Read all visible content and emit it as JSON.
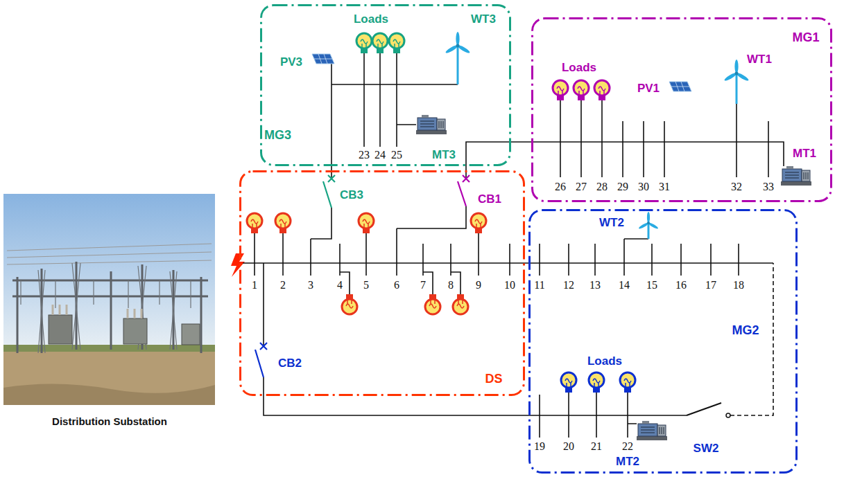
{
  "diagram": {
    "nodes": [
      {
        "text": [
          "Distribution Substation"
        ]
      },
      {
        "text": [
          "MG3"
        ]
      },
      {
        "text": [
          "MG1"
        ]
      },
      {
        "text": [
          "DS"
        ]
      },
      {
        "text": [
          "MG2"
        ]
      }
    ],
    "labels": [
      "Loads",
      "PV3",
      "WT3",
      "23",
      "24",
      "25",
      "MT3",
      "Loads",
      "PV1",
      "WT1",
      "26",
      "27",
      "28",
      "29",
      "30",
      "31",
      "32",
      "33",
      "MT1",
      "CB3",
      "CB1",
      "1",
      "2",
      "3",
      "4",
      "5",
      "6",
      "7",
      "8",
      "9",
      "10",
      "CB2",
      "WT2",
      "11",
      "12",
      "13",
      "14",
      "15",
      "16",
      "17",
      "18",
      "Loads",
      "19",
      "20",
      "21",
      "22",
      "MT2",
      "SW2"
    ]
  }
}
